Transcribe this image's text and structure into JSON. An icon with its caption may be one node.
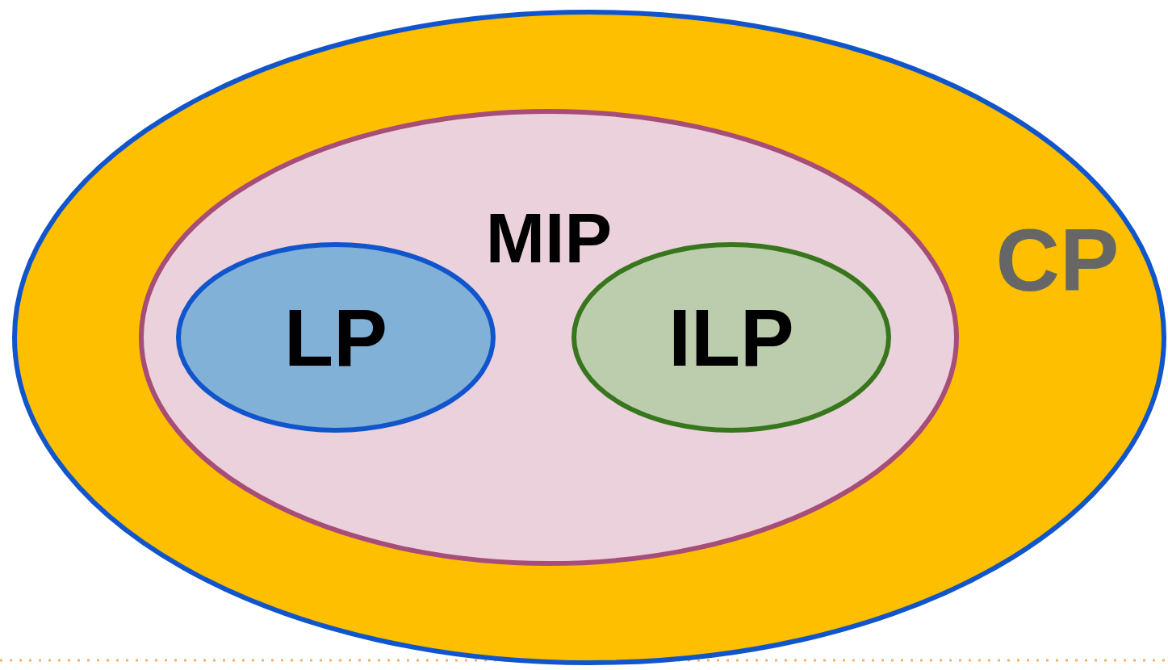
{
  "diagram": {
    "nodes": [
      {
        "text": [
          "CP"
        ]
      },
      {
        "text": [
          "MIP"
        ],
        "in": 0
      },
      {
        "text": [
          "LP"
        ],
        "in": 1
      },
      {
        "text": [
          "ILP"
        ],
        "in": 1
      }
    ]
  }
}
